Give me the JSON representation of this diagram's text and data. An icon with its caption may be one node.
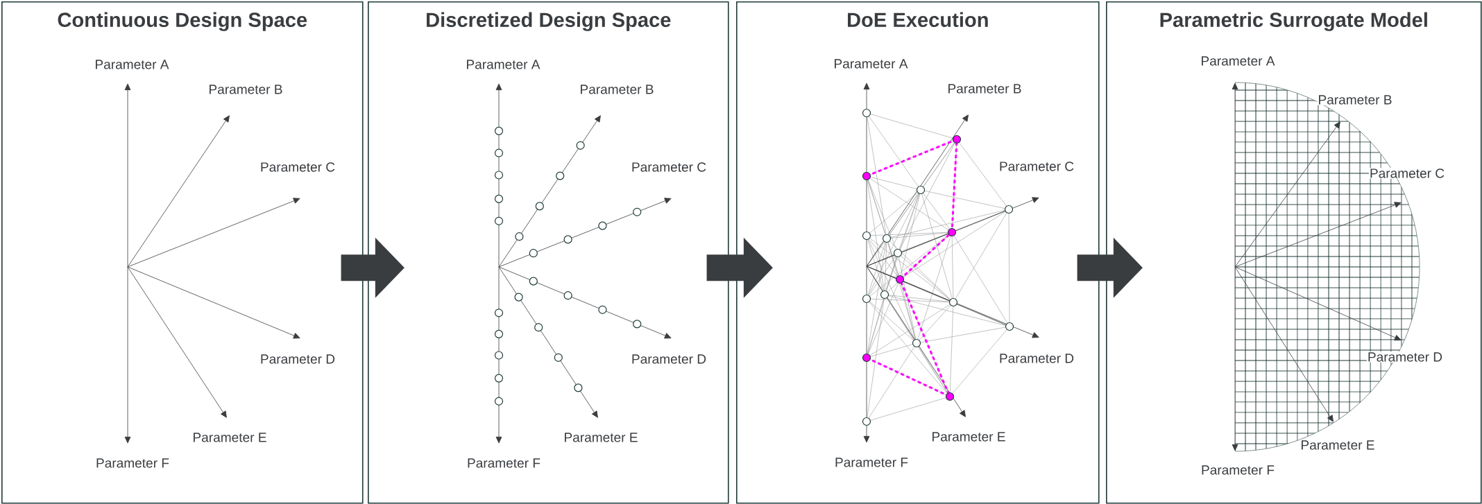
{
  "diagram": {
    "nodes": [
      {
        "text": [
          "Continuous Design Space"
        ]
      },
      {
        "text": [
          "Discretized Design Space"
        ]
      },
      {
        "text": [
          "DoE Execution"
        ]
      },
      {
        "text": [
          "Parametric Surrogate Model"
        ]
      }
    ],
    "edges": [
      {
        "from": 0,
        "to": 1,
        "arrow": "to"
      },
      {
        "from": 1,
        "to": 2,
        "arrow": "to"
      },
      {
        "from": 2,
        "to": 3,
        "arrow": "to"
      }
    ],
    "labels": [
      "Parameter A",
      "Parameter B",
      "Parameter C",
      "Parameter D",
      "Parameter E",
      "Parameter F",
      "Parameter A",
      "Parameter B",
      "Parameter C",
      "Parameter D",
      "Parameter E",
      "Parameter F",
      "Parameter A",
      "Parameter B",
      "Parameter C",
      "Parameter D",
      "Parameter E",
      "Parameter F",
      "Parameter A",
      "Parameter B",
      "Parameter C",
      "Parameter D",
      "Parameter E",
      "Parameter F"
    ]
  }
}
